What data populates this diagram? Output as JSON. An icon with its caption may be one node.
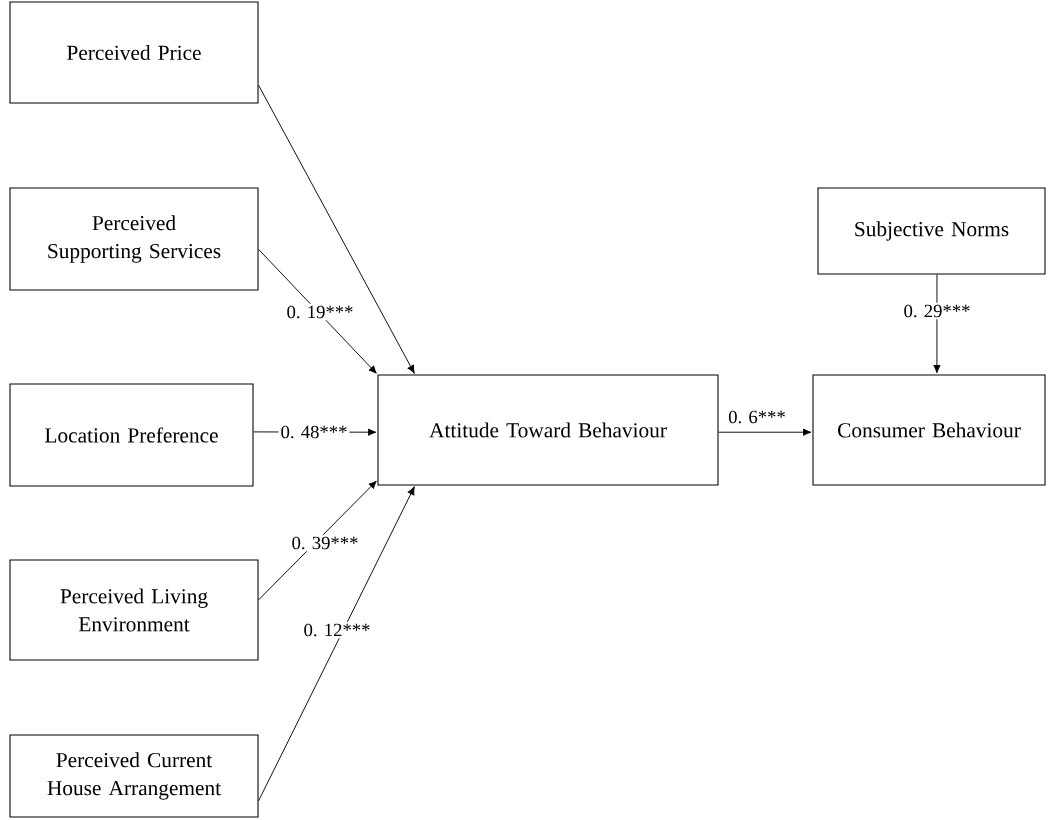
{
  "diagram": {
    "nodes": [
      {
        "text": [
          "Perceived Price"
        ]
      },
      {
        "text": [
          "Perceived Supporting Services"
        ]
      },
      {
        "text": [
          "Location Preference"
        ]
      },
      {
        "text": [
          "Perceived Living Environment"
        ]
      },
      {
        "text": [
          "Perceived Current House Arrangement"
        ]
      },
      {
        "text": [
          "Attitude Toward Behaviour"
        ]
      },
      {
        "text": [
          "Subjective Norms"
        ]
      },
      {
        "text": [
          "Consumer Behaviour"
        ]
      }
    ],
    "edges": [
      {
        "from": 0,
        "to": 5,
        "arrow": "to"
      },
      {
        "from": 1,
        "to": 5,
        "arrow": "to",
        "label": "0. 19***"
      },
      {
        "from": 2,
        "to": 5,
        "arrow": "to",
        "label": "0. 48***"
      },
      {
        "from": 3,
        "to": 5,
        "arrow": "to",
        "label": "0. 39***"
      },
      {
        "from": 4,
        "to": 5,
        "arrow": "to",
        "label": "0. 12***"
      },
      {
        "from": 5,
        "to": 7,
        "arrow": "to",
        "label": "0. 6***"
      },
      {
        "from": 6,
        "to": 7,
        "arrow": "to",
        "label": "0. 29***"
      }
    ]
  }
}
